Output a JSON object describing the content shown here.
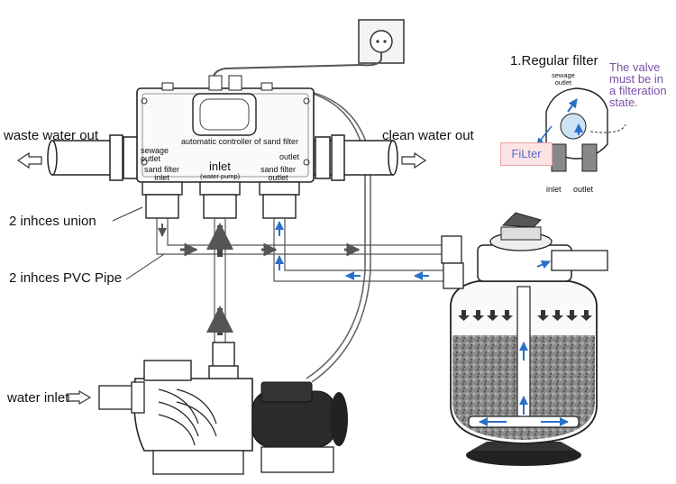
{
  "labels": {
    "waste_water_out": "waste water out",
    "clean_water_out": "clean water out",
    "union": "2 inhces union",
    "pipe": "2 inhces PVC Pipe",
    "water_inlet": "water inlet",
    "controller": "automatic controller of sand filter",
    "sewage_outlet": "sewage\noutlet",
    "sand_filter_inlet": "sand filter\ninlet",
    "inlet": "inlet",
    "water_pump": "(water pump)",
    "outlet": "outlet",
    "sand_filter_outlet": "sand filter\noutlet"
  },
  "inset": {
    "title": "1.Regular filter",
    "sewage_outlet": "sewage\noutlet",
    "note": "The valve must be in a filteration state.",
    "tag": "FiLter",
    "inlet": "inlet",
    "outlet": "outlet"
  },
  "colors": {
    "flow_up": "#2a6fc9",
    "flow_gray": "#555555"
  }
}
